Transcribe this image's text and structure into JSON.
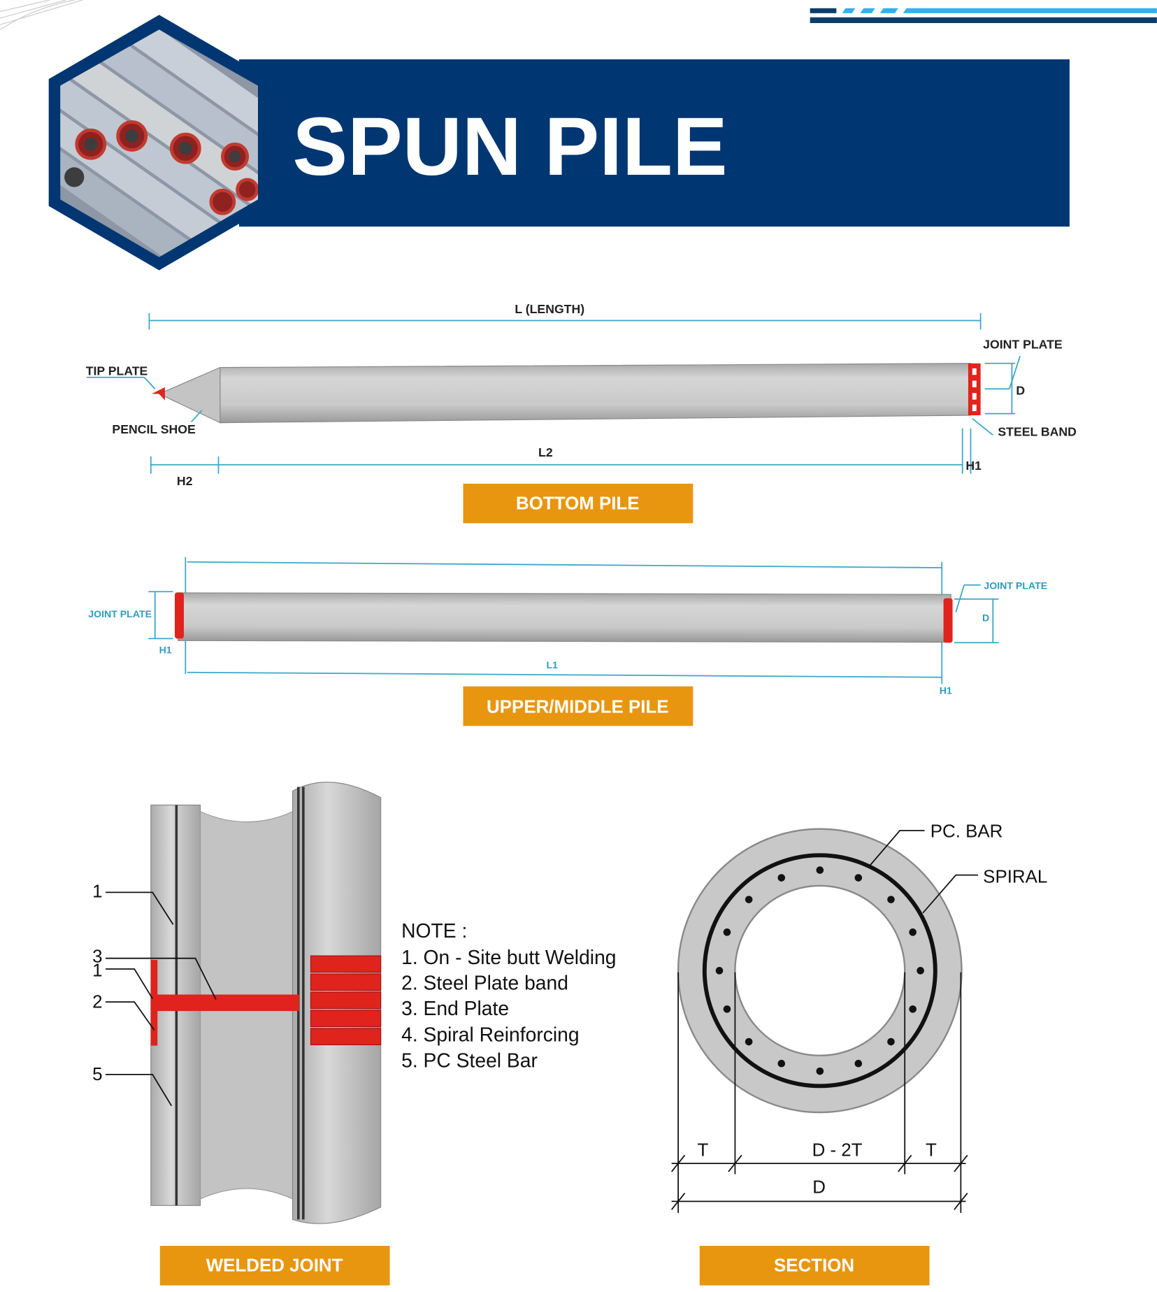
{
  "header": {
    "title": "SPUN PILE",
    "brand_color": "#003671",
    "accent_color": "#2eb4ea"
  },
  "bottom_pile": {
    "length_label": "L (LENGTH)",
    "tip_plate": "TIP PLATE",
    "pencil_shoe": "PENCIL SHOE",
    "joint_plate": "JOINT PLATE",
    "steel_band": "STEEL BAND",
    "d": "D",
    "l2": "L2",
    "h1": "H1",
    "h2": "H2",
    "caption": "BOTTOM PILE"
  },
  "upper_pile": {
    "joint_plate_left": "JOINT PLATE",
    "joint_plate_right": "JOINT PLATE",
    "d": "D",
    "l1": "L1",
    "h1_left": "H1",
    "h1_right": "H1",
    "caption": "UPPER/MIDDLE PILE"
  },
  "welded_joint": {
    "callouts": [
      "1",
      "3",
      "1",
      "2",
      "5"
    ],
    "note_title": "NOTE :",
    "notes": [
      "1. On - Site butt Welding",
      "2. Steel Plate band",
      "3. End Plate",
      "4. Spiral Reinforcing",
      "5. PC Steel Bar"
    ],
    "caption": "WELDED JOINT"
  },
  "section": {
    "pc_bar": "PC. BAR",
    "spiral": "SPIRAL",
    "t_left": "T",
    "d_minus_2t": "D - 2T",
    "t_right": "T",
    "d": "D",
    "caption": "SECTION"
  },
  "colors": {
    "badge": "#e8960f",
    "steel_red": "#e0231c"
  }
}
